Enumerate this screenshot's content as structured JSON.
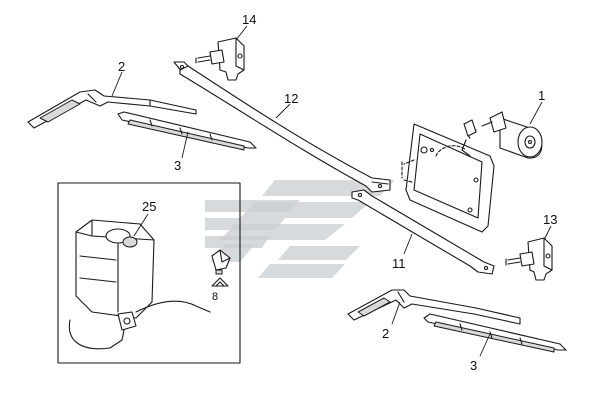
{
  "part_numbers": {
    "motor": "1",
    "wiper_arm_top": "2",
    "wiper_blade_top": "3",
    "linkage_bar_lower": "11",
    "linkage_bar_upper": "12",
    "pivot_right": "13",
    "pivot_left": "14",
    "washer_reservoir": "25",
    "washer_nozzle": "8",
    "wiper_arm_bottom": "2",
    "wiper_blade_bottom": "3"
  }
}
